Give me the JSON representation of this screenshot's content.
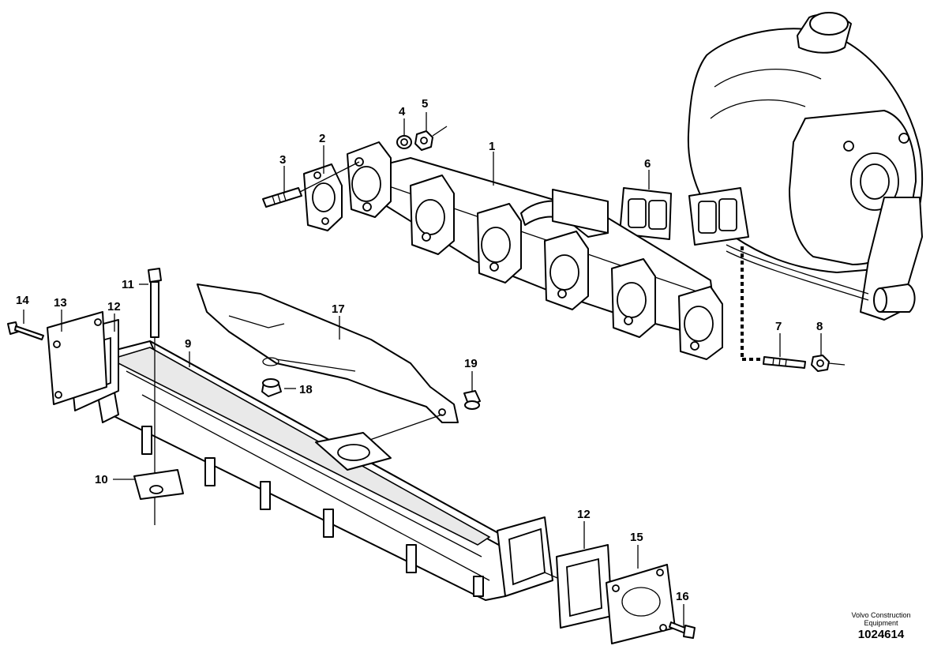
{
  "callouts": [
    {
      "id": "c1",
      "label": "1"
    },
    {
      "id": "c2",
      "label": "2"
    },
    {
      "id": "c3",
      "label": "3"
    },
    {
      "id": "c4",
      "label": "4"
    },
    {
      "id": "c5",
      "label": "5"
    },
    {
      "id": "c6",
      "label": "6"
    },
    {
      "id": "c7",
      "label": "7"
    },
    {
      "id": "c8",
      "label": "8"
    },
    {
      "id": "c9",
      "label": "9"
    },
    {
      "id": "c10",
      "label": "10"
    },
    {
      "id": "c11",
      "label": "11"
    },
    {
      "id": "c12a",
      "label": "12"
    },
    {
      "id": "c12b",
      "label": "12"
    },
    {
      "id": "c13",
      "label": "13"
    },
    {
      "id": "c14",
      "label": "14"
    },
    {
      "id": "c15",
      "label": "15"
    },
    {
      "id": "c16",
      "label": "16"
    },
    {
      "id": "c17",
      "label": "17"
    },
    {
      "id": "c18",
      "label": "18"
    },
    {
      "id": "c19",
      "label": "19"
    }
  ],
  "footer": {
    "brand_line1": "Volvo Construction",
    "brand_line2": "Equipment",
    "doc_number": "1024614"
  }
}
